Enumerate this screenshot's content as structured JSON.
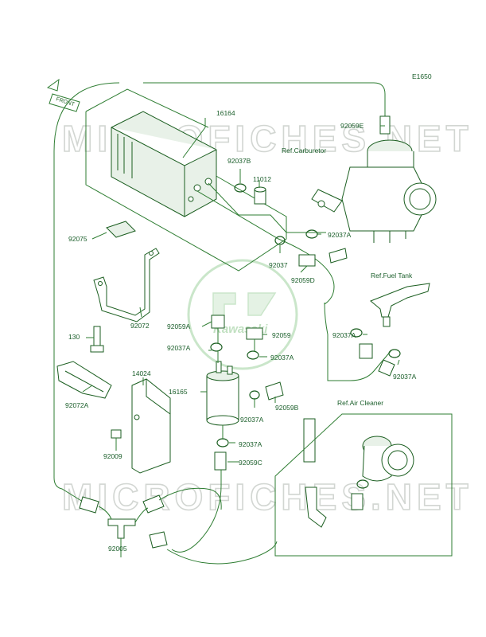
{
  "diagram_code": "E1650",
  "front_marker": "FRONT",
  "watermark": "MICROFICHES.NET",
  "logo_text": "Kawasaki",
  "callouts": [
    {
      "id": "16164",
      "text": "16164"
    },
    {
      "id": "92059e",
      "text": "92059E"
    },
    {
      "id": "ref-carb",
      "text": "Ref.Carburetor"
    },
    {
      "id": "92037b",
      "text": "92037B"
    },
    {
      "id": "11012",
      "text": "11012"
    },
    {
      "id": "92037a-1",
      "text": "92037A"
    },
    {
      "id": "92075",
      "text": "92075"
    },
    {
      "id": "92037",
      "text": "92037"
    },
    {
      "id": "92059d",
      "text": "92059D"
    },
    {
      "id": "ref-fuel",
      "text": "Ref.Fuel Tank"
    },
    {
      "id": "92072",
      "text": "92072"
    },
    {
      "id": "92059a",
      "text": "92059A"
    },
    {
      "id": "92059",
      "text": "92059"
    },
    {
      "id": "92037a-2",
      "text": "92037A"
    },
    {
      "id": "130",
      "text": "130"
    },
    {
      "id": "92037a-3",
      "text": "92037A"
    },
    {
      "id": "92037a-4",
      "text": "92037A"
    },
    {
      "id": "92037a-5",
      "text": "92037A"
    },
    {
      "id": "14024",
      "text": "14024"
    },
    {
      "id": "16165",
      "text": "16165"
    },
    {
      "id": "92059b",
      "text": "92059B"
    },
    {
      "id": "92072a",
      "text": "92072A"
    },
    {
      "id": "ref-air",
      "text": "Ref.Air Cleaner"
    },
    {
      "id": "92037a-6",
      "text": "92037A"
    },
    {
      "id": "92009",
      "text": "92009"
    },
    {
      "id": "92037a-7",
      "text": "92037A"
    },
    {
      "id": "92059c",
      "text": "92059C"
    },
    {
      "id": "92005",
      "text": "92005"
    }
  ]
}
